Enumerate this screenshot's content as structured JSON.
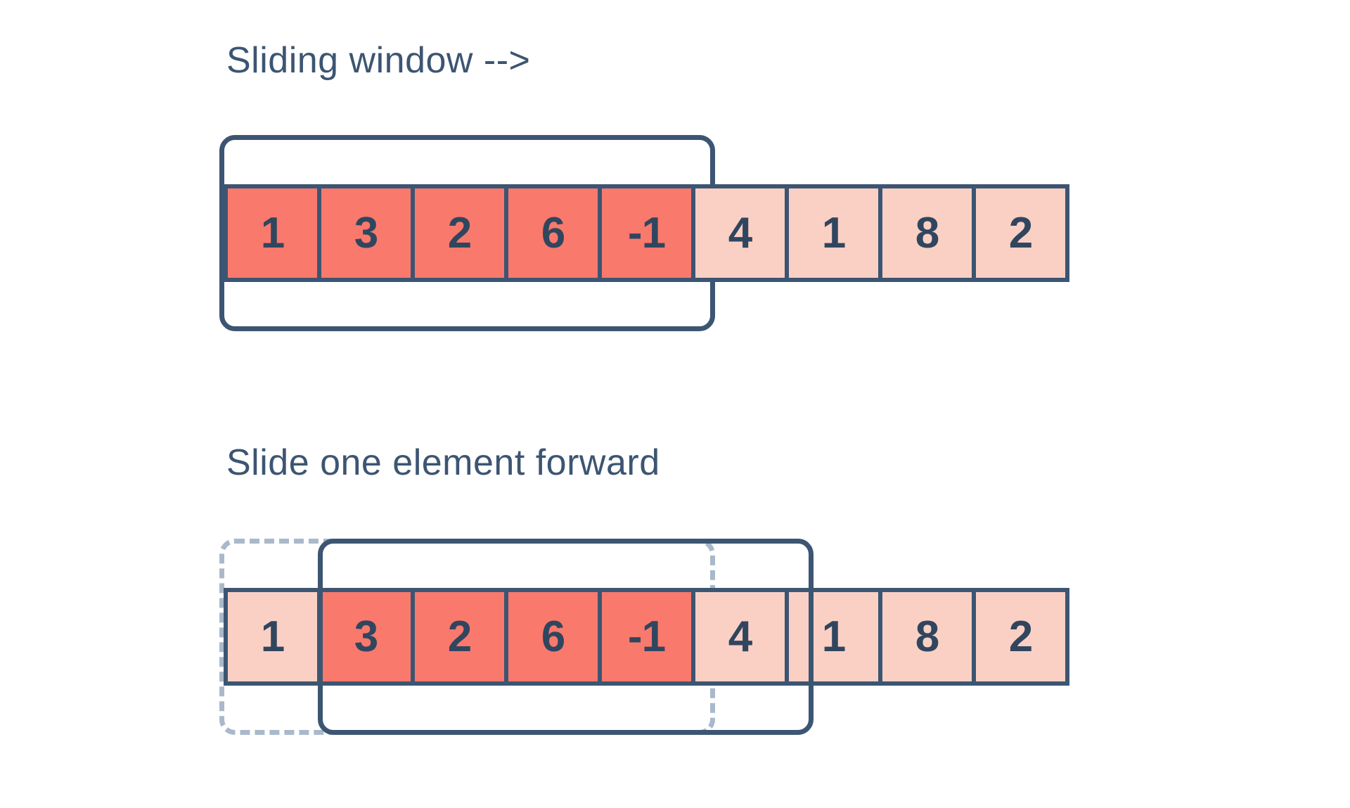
{
  "colors": {
    "ink": "#3c5572",
    "active_cell": "#f9796c",
    "inactive_cell": "#fbd0c4",
    "dashed_outline": "#a9b9cb",
    "background": "#ffffff"
  },
  "diagram": {
    "kind": "sliding-window-illustration",
    "array_values": [
      "1",
      "3",
      "2",
      "6",
      "-1",
      "4",
      "1",
      "8",
      "2"
    ],
    "window_size": 5,
    "sections": [
      {
        "id": "step-1",
        "title": "Sliding window -->",
        "cells": [
          {
            "value": "1",
            "highlighted": true
          },
          {
            "value": "3",
            "highlighted": true
          },
          {
            "value": "2",
            "highlighted": true
          },
          {
            "value": "6",
            "highlighted": true
          },
          {
            "value": "-1",
            "highlighted": true
          },
          {
            "value": "4",
            "highlighted": false
          },
          {
            "value": "1",
            "highlighted": false
          },
          {
            "value": "8",
            "highlighted": false
          },
          {
            "value": "2",
            "highlighted": false
          }
        ],
        "window": {
          "start_index": 0,
          "end_index": 4,
          "style": "solid"
        },
        "previous_window": null
      },
      {
        "id": "step-2",
        "title": "Slide one element forward",
        "cells": [
          {
            "value": "1",
            "highlighted": false
          },
          {
            "value": "3",
            "highlighted": true
          },
          {
            "value": "2",
            "highlighted": true
          },
          {
            "value": "6",
            "highlighted": true
          },
          {
            "value": "-1",
            "highlighted": true
          },
          {
            "value": "4",
            "highlighted": false
          },
          {
            "value": "1",
            "highlighted": false
          },
          {
            "value": "8",
            "highlighted": false
          },
          {
            "value": "2",
            "highlighted": false
          }
        ],
        "window": {
          "start_index": 1,
          "end_index": 5,
          "style": "solid"
        },
        "previous_window": {
          "start_index": 0,
          "end_index": 4,
          "style": "dashed"
        }
      }
    ]
  }
}
